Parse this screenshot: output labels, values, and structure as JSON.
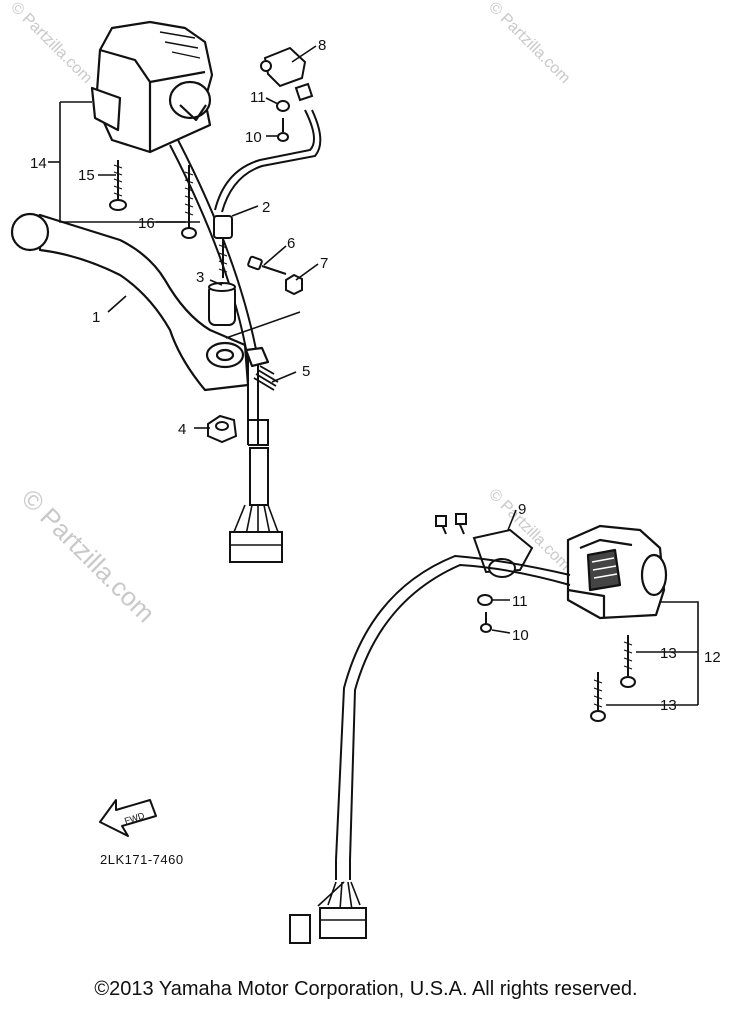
{
  "callouts": {
    "c1": "1",
    "c2": "2",
    "c3": "3",
    "c4": "4",
    "c5": "5",
    "c6": "6",
    "c7": "7",
    "c8": "8",
    "c9": "9",
    "c10a": "10",
    "c10b": "10",
    "c11a": "11",
    "c11b": "11",
    "c12": "12",
    "c13a": "13",
    "c13b": "13",
    "c14": "14",
    "c15": "15",
    "c16": "16"
  },
  "fwd_label": "FWD",
  "part_code": "2LK171-7460",
  "watermark": {
    "main": "© Partzilla.com",
    "tile": "© Partzilla.com"
  },
  "copyright": "©2013  Yamaha Motor Corporation, U.S.A. All rights reserved."
}
